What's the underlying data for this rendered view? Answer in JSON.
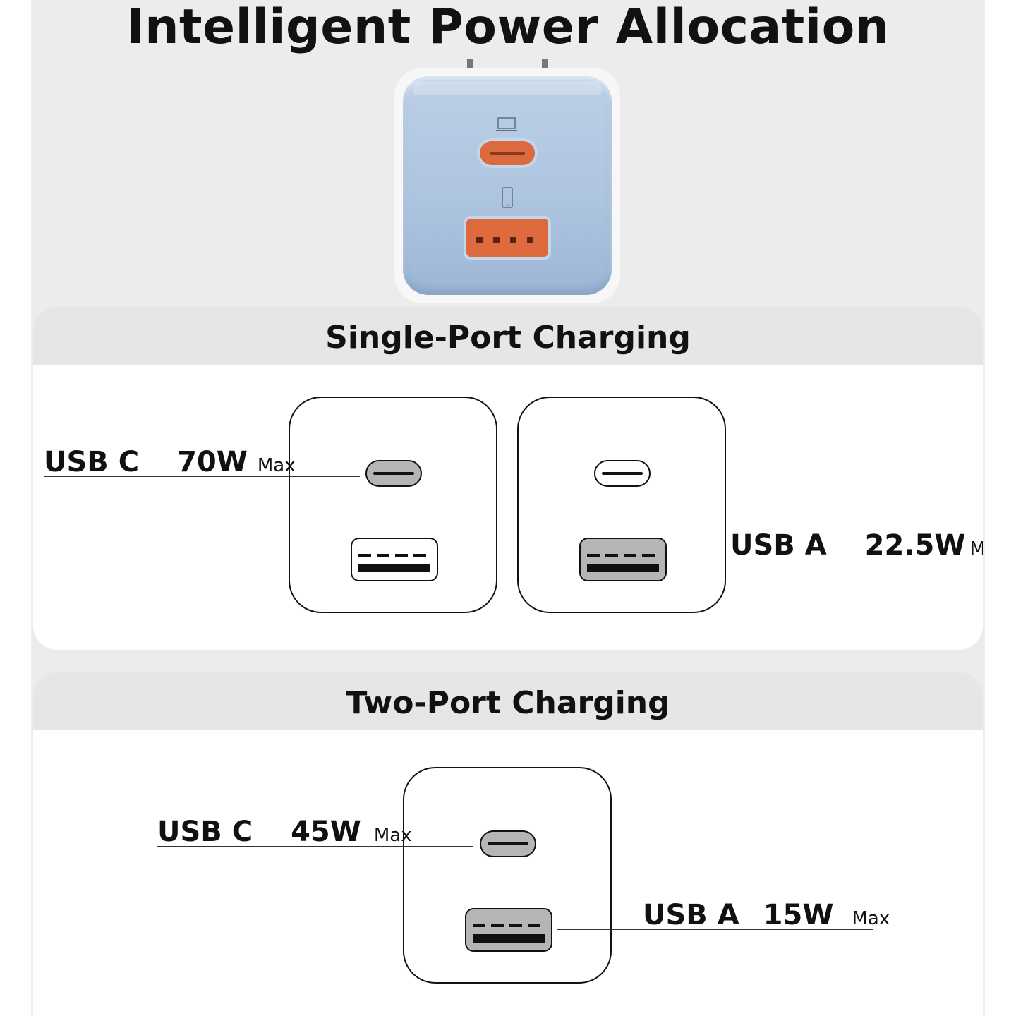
{
  "title": "Intelligent Power Allocation",
  "sections": {
    "single": {
      "heading": "Single-Port Charging",
      "left_label": {
        "port": "USB C",
        "watts": "70W",
        "max": "Max"
      },
      "right_label": {
        "port": "USB A",
        "watts": "22.5W",
        "max": "Max"
      }
    },
    "two": {
      "heading": "Two-Port Charging",
      "c_label": {
        "port": "USB C",
        "watts": "45W",
        "max": "Max"
      },
      "a_label": {
        "port": "USB A",
        "watts": "15W",
        "max": "Max"
      }
    }
  },
  "product": {
    "body_color": "#aec5e0",
    "port_color": "#dd6a3f",
    "icons": [
      "laptop-icon",
      "phone-icon"
    ]
  },
  "colors": {
    "active_port": "#b5b5b5",
    "panel_header": "#e6e6e6",
    "background": "#ececec"
  }
}
